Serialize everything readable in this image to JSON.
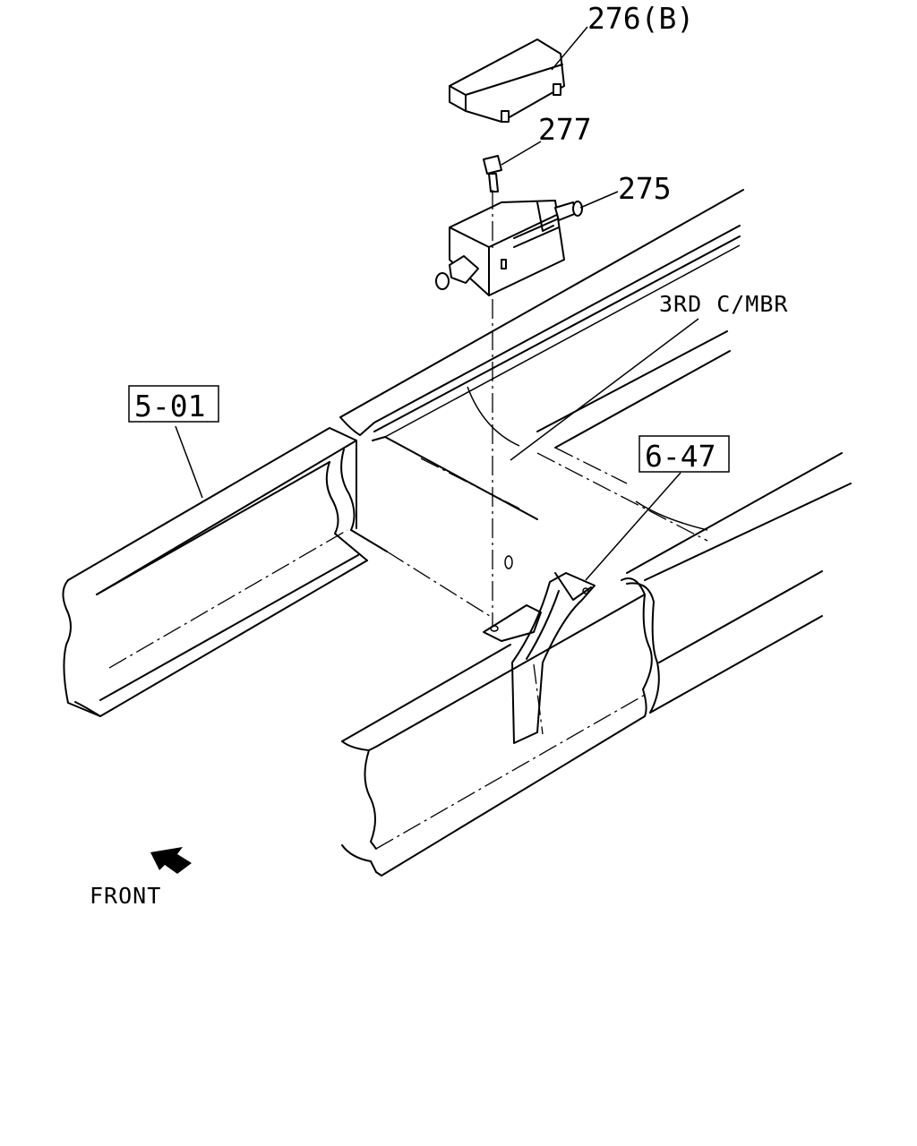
{
  "callouts": {
    "cover": "276(B)",
    "bolt": "277",
    "box": "275",
    "member": "3RD C/MBR",
    "frame_ref": "5-01",
    "bracket_ref": "6-47"
  },
  "direction": {
    "label": "FRONT"
  }
}
